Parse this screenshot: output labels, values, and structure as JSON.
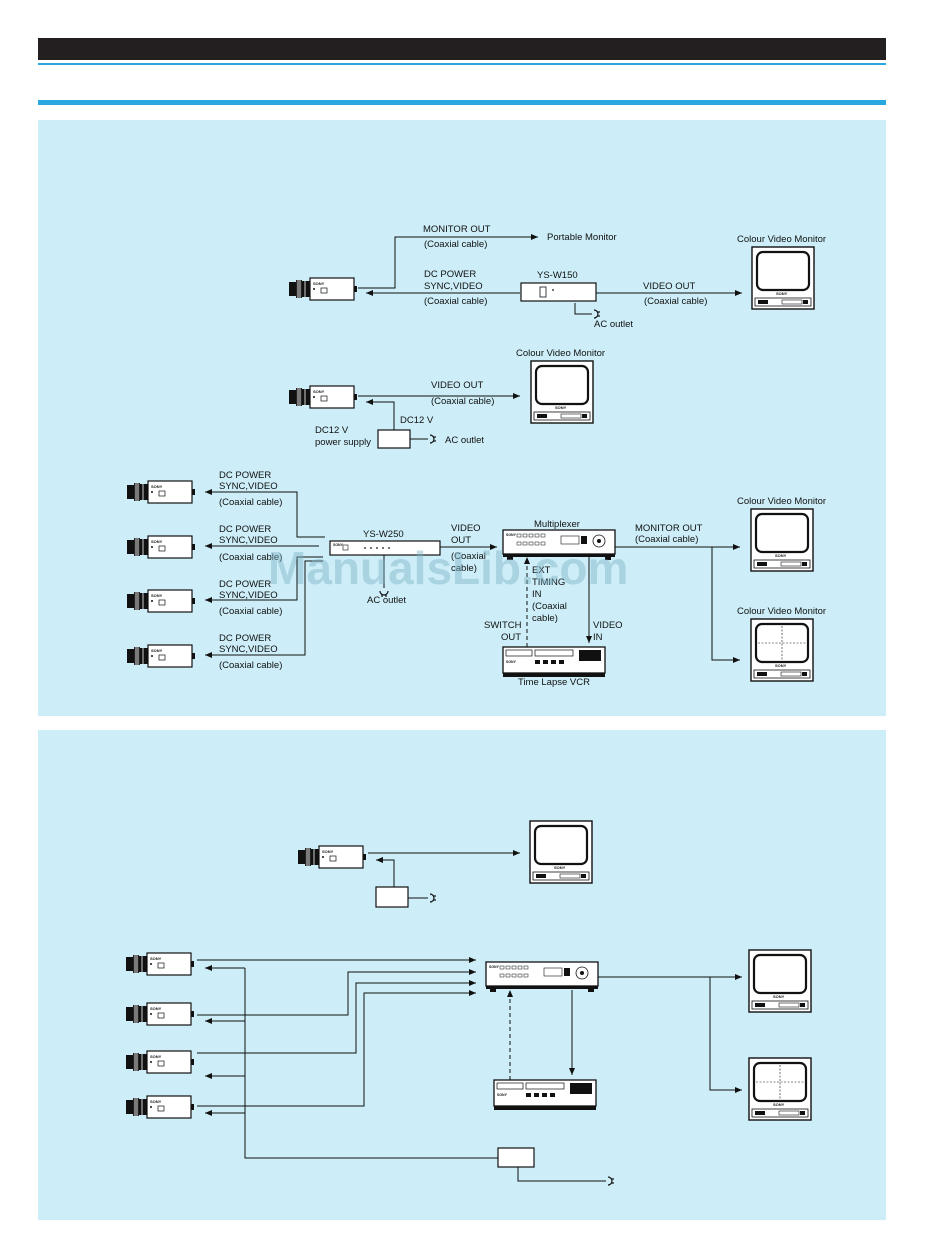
{
  "watermark": "ManualsLib.com",
  "labels": {
    "monitor_out": "MONITOR OUT",
    "coaxial_cable": "(Coaxial cable)",
    "portable_monitor": "Portable Monitor",
    "colour_video_monitor": "Colour Video Monitor",
    "dc_power": "DC POWER",
    "sync_video": "SYNC,VIDEO",
    "ys_w150": "YS-W150",
    "video_out": "VIDEO OUT",
    "ac_outlet": "AC outlet",
    "dc12v": "DC12 V",
    "power_supply": "power supply",
    "ys_w250": "YS-W250",
    "video": "VIDEO",
    "out": "OUT",
    "coaxial_open": "(Coaxial",
    "cable_close": "cable)",
    "multiplexer": "Multiplexer",
    "ext": "EXT",
    "timing": "TIMING",
    "in": "IN",
    "switch": "SWITCH",
    "time_lapse_vcr": "Time Lapse VCR",
    "sony": "SONY"
  }
}
